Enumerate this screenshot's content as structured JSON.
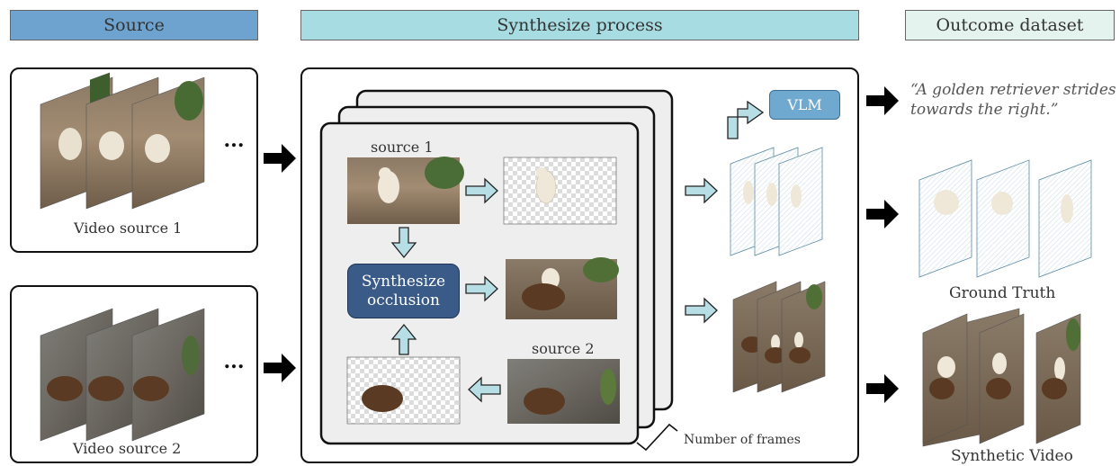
{
  "headers": {
    "source": "Source",
    "synthesize": "Synthesize process",
    "outcome": "Outcome dataset"
  },
  "colors": {
    "source_header": "#6ea3cf",
    "synthesize_header": "#a7dde2",
    "outcome_header": "#e5f3ee",
    "vlm": "#6fa9cf",
    "occlusion": "#3a5a87",
    "arrow_fill": "#b7dee5"
  },
  "sources": {
    "video1_label": "Video source 1",
    "video2_label": "Video source 2",
    "ellipsis": "..."
  },
  "process": {
    "source1_label": "source 1",
    "source2_label": "source 2",
    "occlusion_line1": "Synthesize",
    "occlusion_line2": "occlusion",
    "frames_label": "Number of frames",
    "vlm_label": "VLM"
  },
  "outcome": {
    "caption_line1": "“A golden retriever strides",
    "caption_line2": "towards the right.”",
    "ground_truth_label": "Ground Truth",
    "synthetic_label": "Synthetic Video"
  }
}
